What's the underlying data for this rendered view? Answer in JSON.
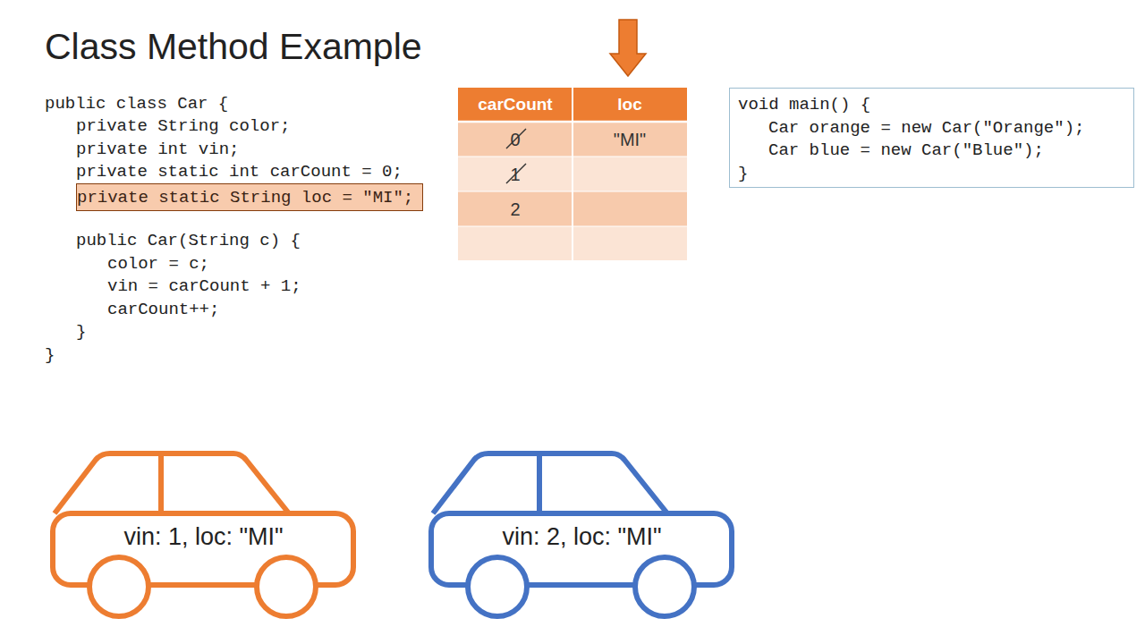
{
  "diagram": {
    "title": "Class Method Example",
    "nodes": [
      {
        "text": [
          "void main() {",
          "Car orange = new Car(\"Orange\");",
          "Car blue = new Car(\"Blue\");",
          "}"
        ]
      },
      {
        "text": [
          "private static String loc = \"MI\";"
        ]
      },
      {
        "text": [
          "vin: 1, loc: \"MI\""
        ]
      },
      {
        "text": [
          "vin: 2, loc: \"MI\""
        ]
      }
    ],
    "labels": [
      "public class Car {",
      "private String color;",
      "private int vin;",
      "private static int carCount = 0;",
      "public Car(String c) {",
      "color = c;",
      "vin = carCount + 1;",
      "carCount++;",
      "}",
      "}",
      "carCount",
      "loc",
      "0",
      "\"MI\"",
      "1",
      "2"
    ]
  }
}
